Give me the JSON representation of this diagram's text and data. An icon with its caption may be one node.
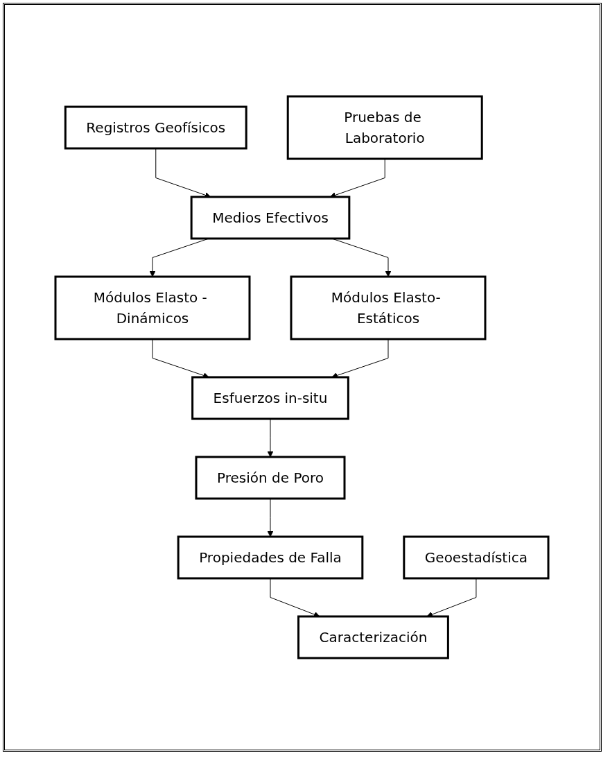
{
  "diagram": {
    "nodes": [
      {
        "text": [
          "Registros Geofísicos"
        ]
      },
      {
        "text": [
          "Pruebas de Laboratorio"
        ]
      },
      {
        "text": [
          "Medios Efectivos"
        ]
      },
      {
        "text": [
          "Módulos Elasto - Dinámicos"
        ]
      },
      {
        "text": [
          "Módulos Elasto- Estáticos"
        ]
      },
      {
        "text": [
          "Esfuerzos in-situ"
        ]
      },
      {
        "text": [
          "Presión de Poro"
        ]
      },
      {
        "text": [
          "Propiedades de Falla"
        ]
      },
      {
        "text": [
          "Geoestadística"
        ]
      },
      {
        "text": [
          "Caracterización"
        ]
      }
    ],
    "edges": [
      {
        "from": 0,
        "to": 2,
        "arrow": "to"
      },
      {
        "from": 1,
        "to": 2,
        "arrow": "to"
      },
      {
        "from": 2,
        "to": 3,
        "arrow": "to"
      },
      {
        "from": 2,
        "to": 4,
        "arrow": "to"
      },
      {
        "from": 3,
        "to": 5,
        "arrow": "to"
      },
      {
        "from": 4,
        "to": 5,
        "arrow": "to"
      },
      {
        "from": 5,
        "to": 6,
        "arrow": "to"
      },
      {
        "from": 6,
        "to": 7,
        "arrow": "to"
      },
      {
        "from": 7,
        "to": 9,
        "arrow": "to"
      },
      {
        "from": 8,
        "to": 9,
        "arrow": "to"
      }
    ]
  }
}
